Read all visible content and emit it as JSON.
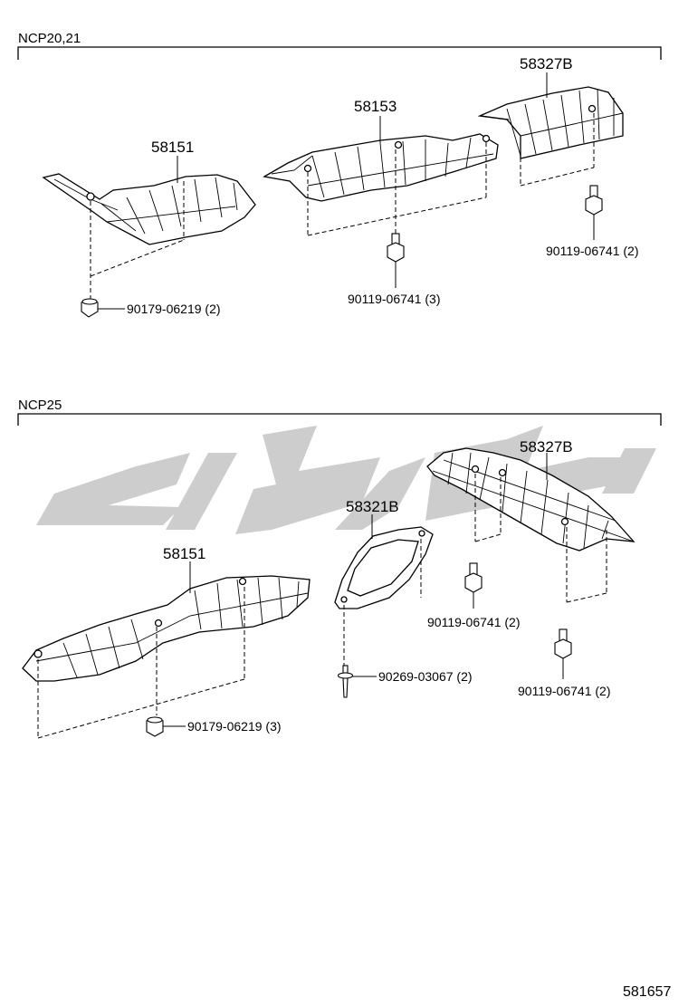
{
  "sections": {
    "top": {
      "label": "NCP20,21"
    },
    "bottom": {
      "label": "NCP25"
    }
  },
  "parts": {
    "top_left_shield": "58151",
    "top_mid_shield": "58153",
    "top_right_shield": "58327B",
    "bot_left_shield": "58151",
    "bot_mid_shield": "58321B",
    "bot_right_shield": "58327B"
  },
  "fasteners": {
    "top_nut": "90179-06219 (2)",
    "top_mid_bolt": "90119-06741 (3)",
    "top_right_bolt": "90119-06741 (2)",
    "bot_nut": "90179-06219 (3)",
    "bot_stud": "90269-03067 (2)",
    "bot_bolt_a": "90119-06741 (2)",
    "bot_bolt_b": "90119-06741 (2)"
  },
  "diagram_ref": "581657",
  "colors": {
    "ink": "#000000",
    "watermark": "#c8c8c8"
  }
}
